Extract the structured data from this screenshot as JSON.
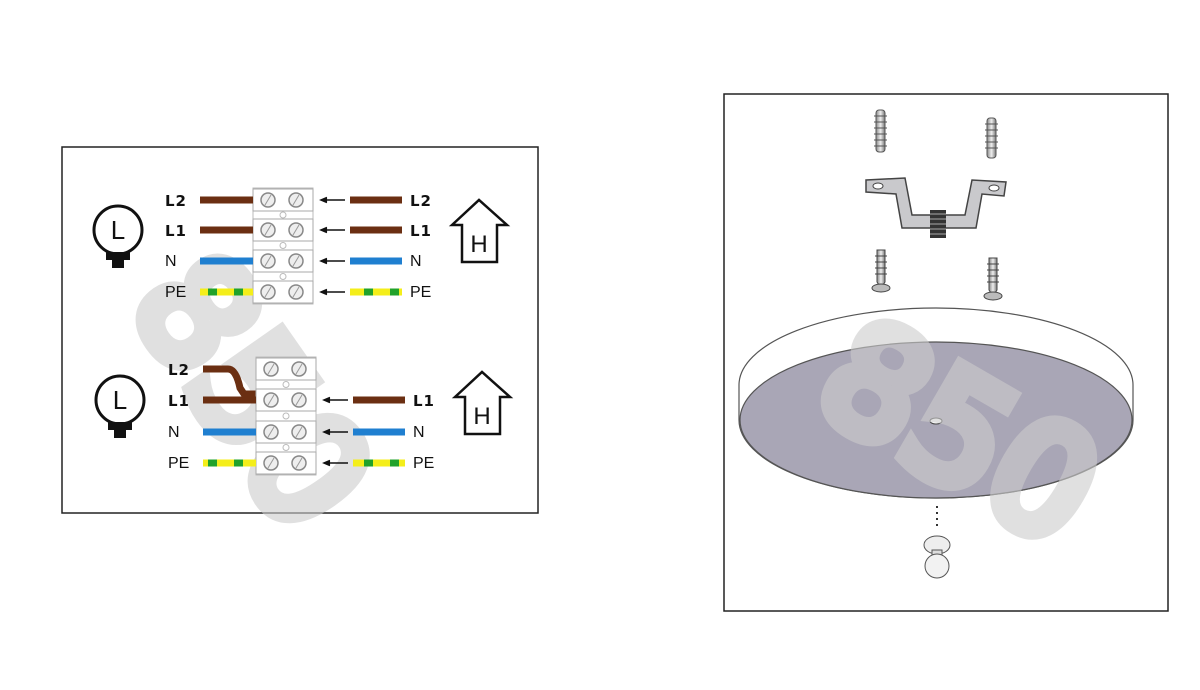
{
  "wiring_panel": {
    "lamp_letter": "L",
    "house_letter": "H",
    "watermark": "850",
    "diagram_top": {
      "left_labels": [
        "L2",
        "L1",
        "N",
        "PE"
      ],
      "right_labels": [
        "L2",
        "L1",
        "N",
        "PE"
      ]
    },
    "diagram_bottom": {
      "left_labels": [
        "L2",
        "L1",
        "N",
        "PE"
      ],
      "right_labels": [
        "",
        "L1",
        "N",
        "PE"
      ]
    }
  },
  "mounting_panel": {
    "watermark": "850"
  },
  "colors": {
    "brown": "#6b2f12",
    "blue": "#1f7fd0",
    "green": "#21a22a",
    "yellow": "#f4ee1a",
    "disc_face": "#a9a6b6"
  }
}
